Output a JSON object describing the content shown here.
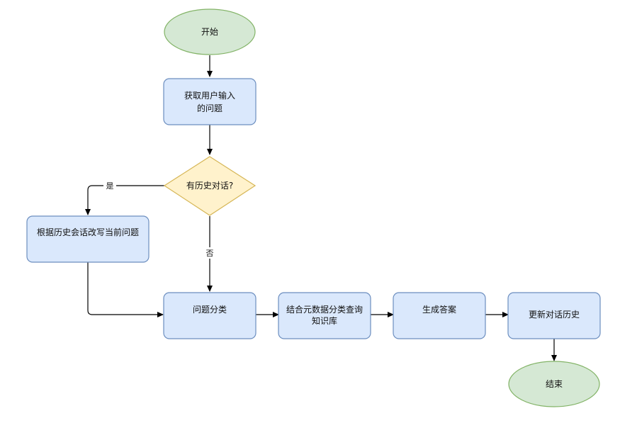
{
  "diagram": {
    "colors": {
      "terminal_fill": "#d5e8d4",
      "terminal_stroke": "#82b366",
      "process_fill": "#dae8fc",
      "process_stroke": "#6c8ebf",
      "decision_fill": "#fff2cc",
      "decision_stroke": "#d6b656",
      "edge": "#000000"
    },
    "nodes": {
      "start": "开始",
      "get_input_line1": "获取用户输入",
      "get_input_line2": "的问题",
      "has_history": "有历史对话?",
      "rewrite": "根据历史会话改写当前问题",
      "classify": "问题分类",
      "query_kb_line1": "结合元数据分类查询",
      "query_kb_line2": "知识库",
      "generate": "生成答案",
      "update_history": "更新对话历史",
      "end": "结束"
    },
    "edge_labels": {
      "yes": "是",
      "no": "否"
    }
  }
}
